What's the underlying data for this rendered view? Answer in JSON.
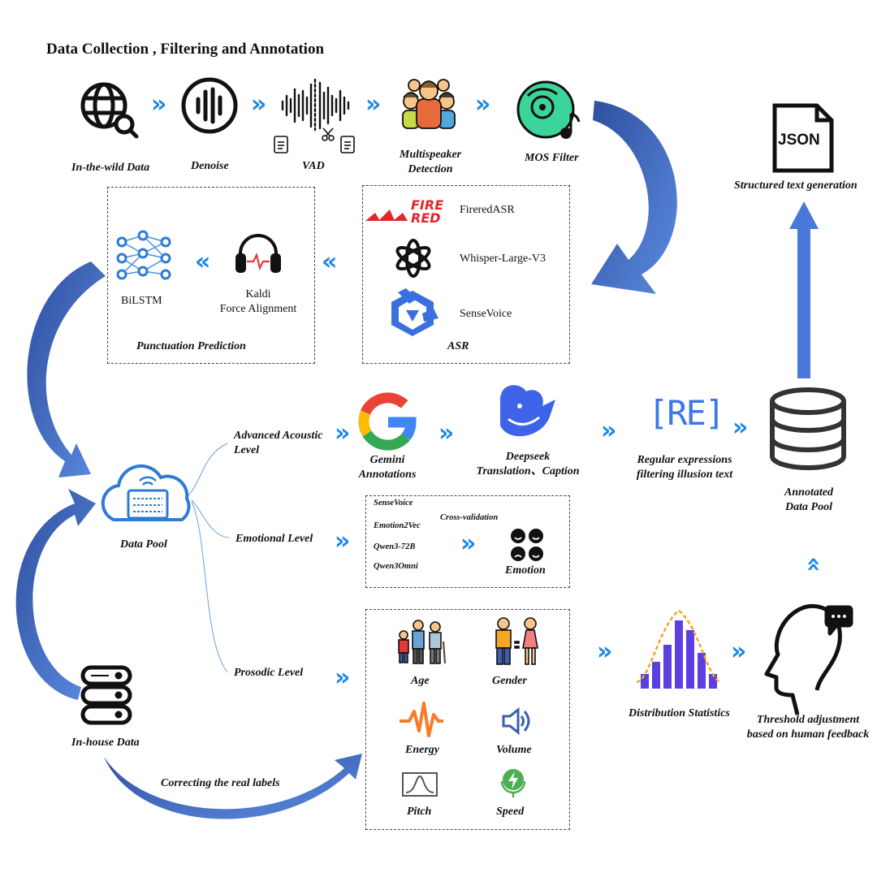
{
  "title": "Data Collection , Filtering and Annotation",
  "pipeline": {
    "in_the_wild": "In-the-wild Data",
    "denoise": "Denoise",
    "vad": "VAD",
    "multispeaker_line1": "Multispeaker",
    "multispeaker_line2": "Detection",
    "mos_filter": "MOS Filter"
  },
  "asr": {
    "title": "ASR",
    "fire_logo": "FIRE RED",
    "models": [
      "FireredASR",
      "Whisper-Large-V3",
      "SenseVoice"
    ]
  },
  "punctuation": {
    "title": "Punctuation Prediction",
    "bilstm": "BiLSTM",
    "kaldi_line1": "Kaldi",
    "kaldi_line2": "Force Alignment"
  },
  "json_doc": {
    "icon_text": "JSON",
    "label": "Structured text generation"
  },
  "data_pool": "Data Pool",
  "in_house": "In-house Data",
  "correcting": "Correcting the real labels",
  "levels": {
    "acoustic_line1": "Advanced Acoustic",
    "acoustic_line2": "Level",
    "emotional": "Emotional Level",
    "prosodic": "Prosodic Level"
  },
  "acoustic_chain": {
    "gemini_line1": "Gemini",
    "gemini_line2": "Annotations",
    "deepseek_line1": "Deepseek",
    "deepseek_line2": "Translation、Caption",
    "re_icon": "[RE]",
    "regex_line1": "Regular expressions",
    "regex_line2": "filtering illusion text"
  },
  "annotated_pool_line1": "Annotated",
  "annotated_pool_line2": "Data Pool",
  "emotion": {
    "models": [
      "SenseVoice",
      "Emotion2Vec",
      "Qwen3-72B",
      "Qwen3Omni"
    ],
    "cross_validation": "Cross-validation",
    "label": "Emotion"
  },
  "prosody": {
    "age": "Age",
    "gender": "Gender",
    "energy": "Energy",
    "volume": "Volume",
    "pitch": "Pitch",
    "speed": "Speed"
  },
  "distribution": "Distribution Statistics",
  "threshold_line1": "Threshold adjustment",
  "threshold_line2": "based on human feedback",
  "colors": {
    "arrow_blue": "#4472C4",
    "chevron_blue": "#1E88E5",
    "bar_purple": "#5B3FE0",
    "curve_orange": "#F5A623",
    "energy_orange": "#F57C2A",
    "green": "#2E9E44"
  }
}
